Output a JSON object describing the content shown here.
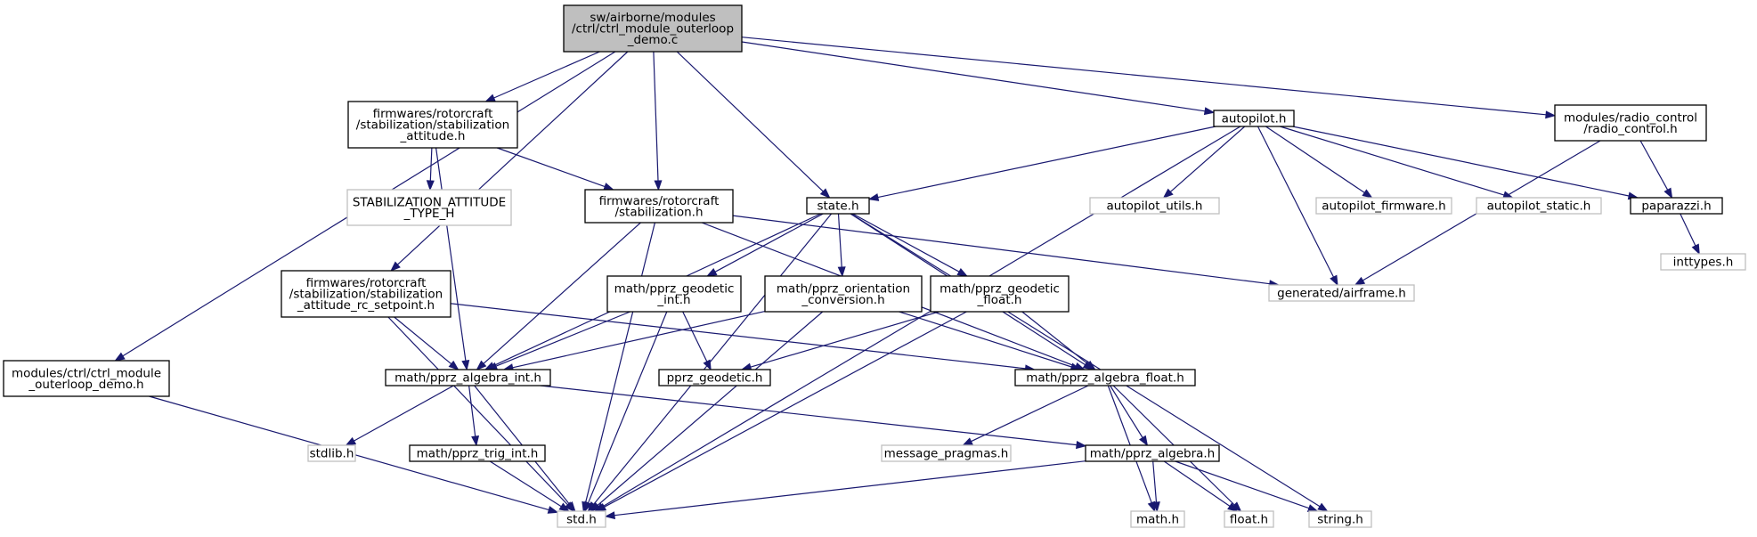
{
  "nodes": [
    {
      "id": "root",
      "lines": [
        "sw/airborne/modules",
        "/ctrl/ctrl_module_outerloop",
        "_demo.c"
      ],
      "style": "root"
    },
    {
      "id": "outerloop_h",
      "lines": [
        "modules/ctrl/ctrl_module",
        "_outerloop_demo.h"
      ],
      "style": "normal"
    },
    {
      "id": "stab_att",
      "lines": [
        "firmwares/rotorcraft",
        "/stabilization/stabilization",
        "_attitude.h"
      ],
      "style": "normal"
    },
    {
      "id": "stab",
      "lines": [
        "firmwares/rotorcraft",
        "/stabilization.h"
      ],
      "style": "normal"
    },
    {
      "id": "stab_rc",
      "lines": [
        "firmwares/rotorcraft",
        "/stabilization/stabilization",
        "_attitude_rc_setpoint.h"
      ],
      "style": "normal"
    },
    {
      "id": "stab_type",
      "lines": [
        "STABILIZATION_ATTITUDE",
        "_TYPE_H"
      ],
      "style": "missing"
    },
    {
      "id": "state",
      "lines": [
        "state.h"
      ],
      "style": "normal"
    },
    {
      "id": "autopilot",
      "lines": [
        "autopilot.h"
      ],
      "style": "normal"
    },
    {
      "id": "radio",
      "lines": [
        "modules/radio_control",
        "/radio_control.h"
      ],
      "style": "normal"
    },
    {
      "id": "ap_utils",
      "lines": [
        "autopilot_utils.h"
      ],
      "style": "missing"
    },
    {
      "id": "ap_fw",
      "lines": [
        "autopilot_firmware.h"
      ],
      "style": "missing"
    },
    {
      "id": "ap_static",
      "lines": [
        "autopilot_static.h"
      ],
      "style": "missing"
    },
    {
      "id": "paparazzi",
      "lines": [
        "paparazzi.h"
      ],
      "style": "normal"
    },
    {
      "id": "airframe",
      "lines": [
        "generated/airframe.h"
      ],
      "style": "missing"
    },
    {
      "id": "inttypes",
      "lines": [
        "inttypes.h"
      ],
      "style": "missing"
    },
    {
      "id": "geo_int",
      "lines": [
        "math/pprz_geodetic",
        "_int.h"
      ],
      "style": "normal"
    },
    {
      "id": "orient",
      "lines": [
        "math/pprz_orientation",
        "_conversion.h"
      ],
      "style": "normal"
    },
    {
      "id": "geo_float",
      "lines": [
        "math/pprz_geodetic",
        "_float.h"
      ],
      "style": "normal"
    },
    {
      "id": "alg_int",
      "lines": [
        "math/pprz_algebra_int.h"
      ],
      "style": "normal"
    },
    {
      "id": "geo",
      "lines": [
        "pprz_geodetic.h"
      ],
      "style": "normal"
    },
    {
      "id": "alg_float",
      "lines": [
        "math/pprz_algebra_float.h"
      ],
      "style": "normal"
    },
    {
      "id": "stdlib",
      "lines": [
        "stdlib.h"
      ],
      "style": "missing"
    },
    {
      "id": "trig",
      "lines": [
        "math/pprz_trig_int.h"
      ],
      "style": "normal"
    },
    {
      "id": "msgprag",
      "lines": [
        "message_pragmas.h"
      ],
      "style": "missing"
    },
    {
      "id": "alg",
      "lines": [
        "math/pprz_algebra.h"
      ],
      "style": "normal"
    },
    {
      "id": "std",
      "lines": [
        "std.h"
      ],
      "style": "missing"
    },
    {
      "id": "math",
      "lines": [
        "math.h"
      ],
      "style": "missing"
    },
    {
      "id": "float",
      "lines": [
        "float.h"
      ],
      "style": "missing"
    },
    {
      "id": "string",
      "lines": [
        "string.h"
      ],
      "style": "missing"
    }
  ],
  "edges": [
    [
      "root",
      "outerloop_h"
    ],
    [
      "root",
      "stab_att"
    ],
    [
      "root",
      "stab"
    ],
    [
      "root",
      "stab_rc"
    ],
    [
      "root",
      "state"
    ],
    [
      "root",
      "autopilot"
    ],
    [
      "root",
      "radio"
    ],
    [
      "outerloop_h",
      "std"
    ],
    [
      "stab_att",
      "stab"
    ],
    [
      "stab_att",
      "stab_type"
    ],
    [
      "stab_att",
      "alg_int"
    ],
    [
      "stab",
      "alg_int"
    ],
    [
      "stab",
      "alg_float"
    ],
    [
      "stab",
      "airframe"
    ],
    [
      "stab",
      "std"
    ],
    [
      "stab_rc",
      "alg_int"
    ],
    [
      "stab_rc",
      "alg_float"
    ],
    [
      "stab_rc",
      "std"
    ],
    [
      "state",
      "geo_int"
    ],
    [
      "state",
      "orient"
    ],
    [
      "state",
      "geo_float"
    ],
    [
      "state",
      "alg_int"
    ],
    [
      "state",
      "alg_float"
    ],
    [
      "state",
      "std"
    ],
    [
      "state",
      "string"
    ],
    [
      "autopilot",
      "state"
    ],
    [
      "autopilot",
      "ap_utils"
    ],
    [
      "autopilot",
      "ap_fw"
    ],
    [
      "autopilot",
      "ap_static"
    ],
    [
      "autopilot",
      "paparazzi"
    ],
    [
      "autopilot",
      "airframe"
    ],
    [
      "autopilot",
      "std"
    ],
    [
      "radio",
      "paparazzi"
    ],
    [
      "radio",
      "airframe"
    ],
    [
      "paparazzi",
      "inttypes"
    ],
    [
      "geo_int",
      "alg_int"
    ],
    [
      "geo_int",
      "geo"
    ],
    [
      "geo_int",
      "std"
    ],
    [
      "orient",
      "alg_int"
    ],
    [
      "orient",
      "alg_float"
    ],
    [
      "orient",
      "std"
    ],
    [
      "geo_float",
      "geo"
    ],
    [
      "geo_float",
      "alg_float"
    ],
    [
      "geo_float",
      "std"
    ],
    [
      "alg_int",
      "stdlib"
    ],
    [
      "alg_int",
      "trig"
    ],
    [
      "alg_int",
      "alg"
    ],
    [
      "alg_int",
      "std"
    ],
    [
      "trig",
      "std"
    ],
    [
      "alg_float",
      "msgprag"
    ],
    [
      "alg_float",
      "alg"
    ],
    [
      "alg_float",
      "math"
    ],
    [
      "alg_float",
      "float"
    ],
    [
      "alg",
      "std"
    ],
    [
      "alg",
      "math"
    ],
    [
      "alg",
      "float"
    ],
    [
      "alg",
      "string"
    ]
  ],
  "colors": {
    "edge": "#191970",
    "root_fill": "#bfbfbf",
    "normal_border": "#000000",
    "missing_border": "#bfbfbf",
    "missing_text": "#404040"
  }
}
